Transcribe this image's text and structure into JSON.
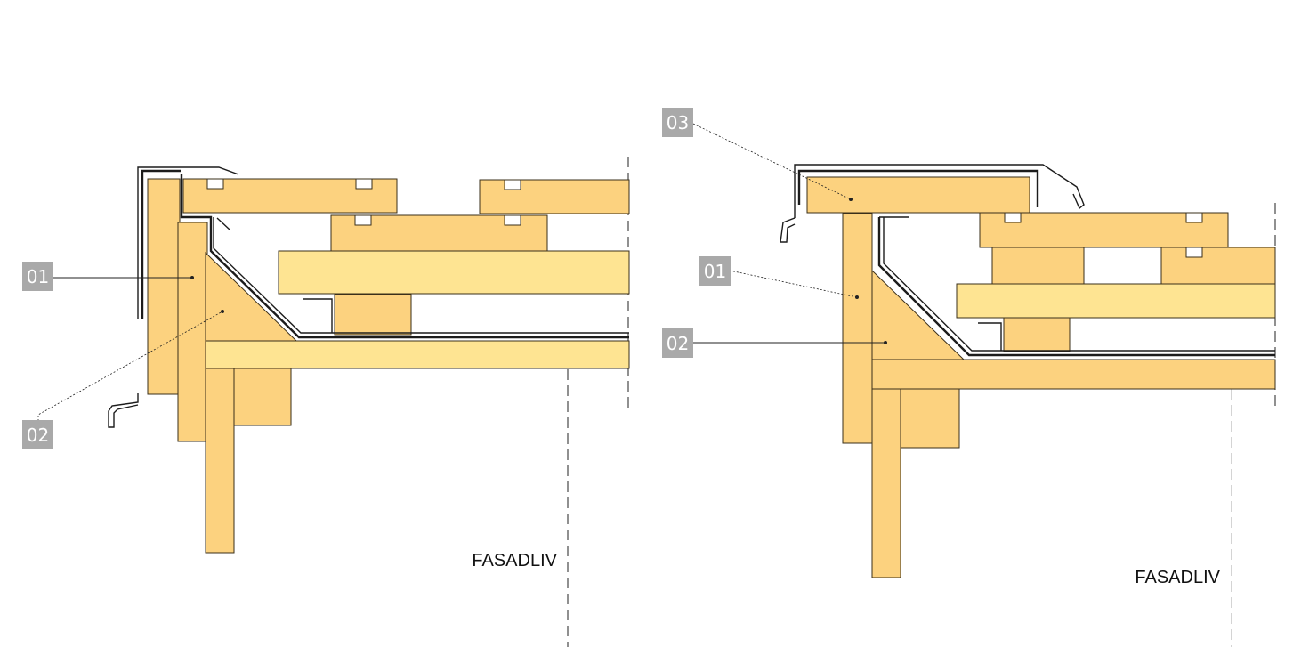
{
  "left_detail": {
    "callouts": [
      "01",
      "02"
    ],
    "facade_label": "FASADLIV"
  },
  "right_detail": {
    "callouts": [
      "03",
      "01",
      "02"
    ],
    "facade_label": "FASADLIV"
  },
  "colors": {
    "timber": "#fcd27f",
    "timber_light": "#fee492",
    "flashing": "#1c1c1c",
    "callout_box": "#a9a9a9"
  }
}
